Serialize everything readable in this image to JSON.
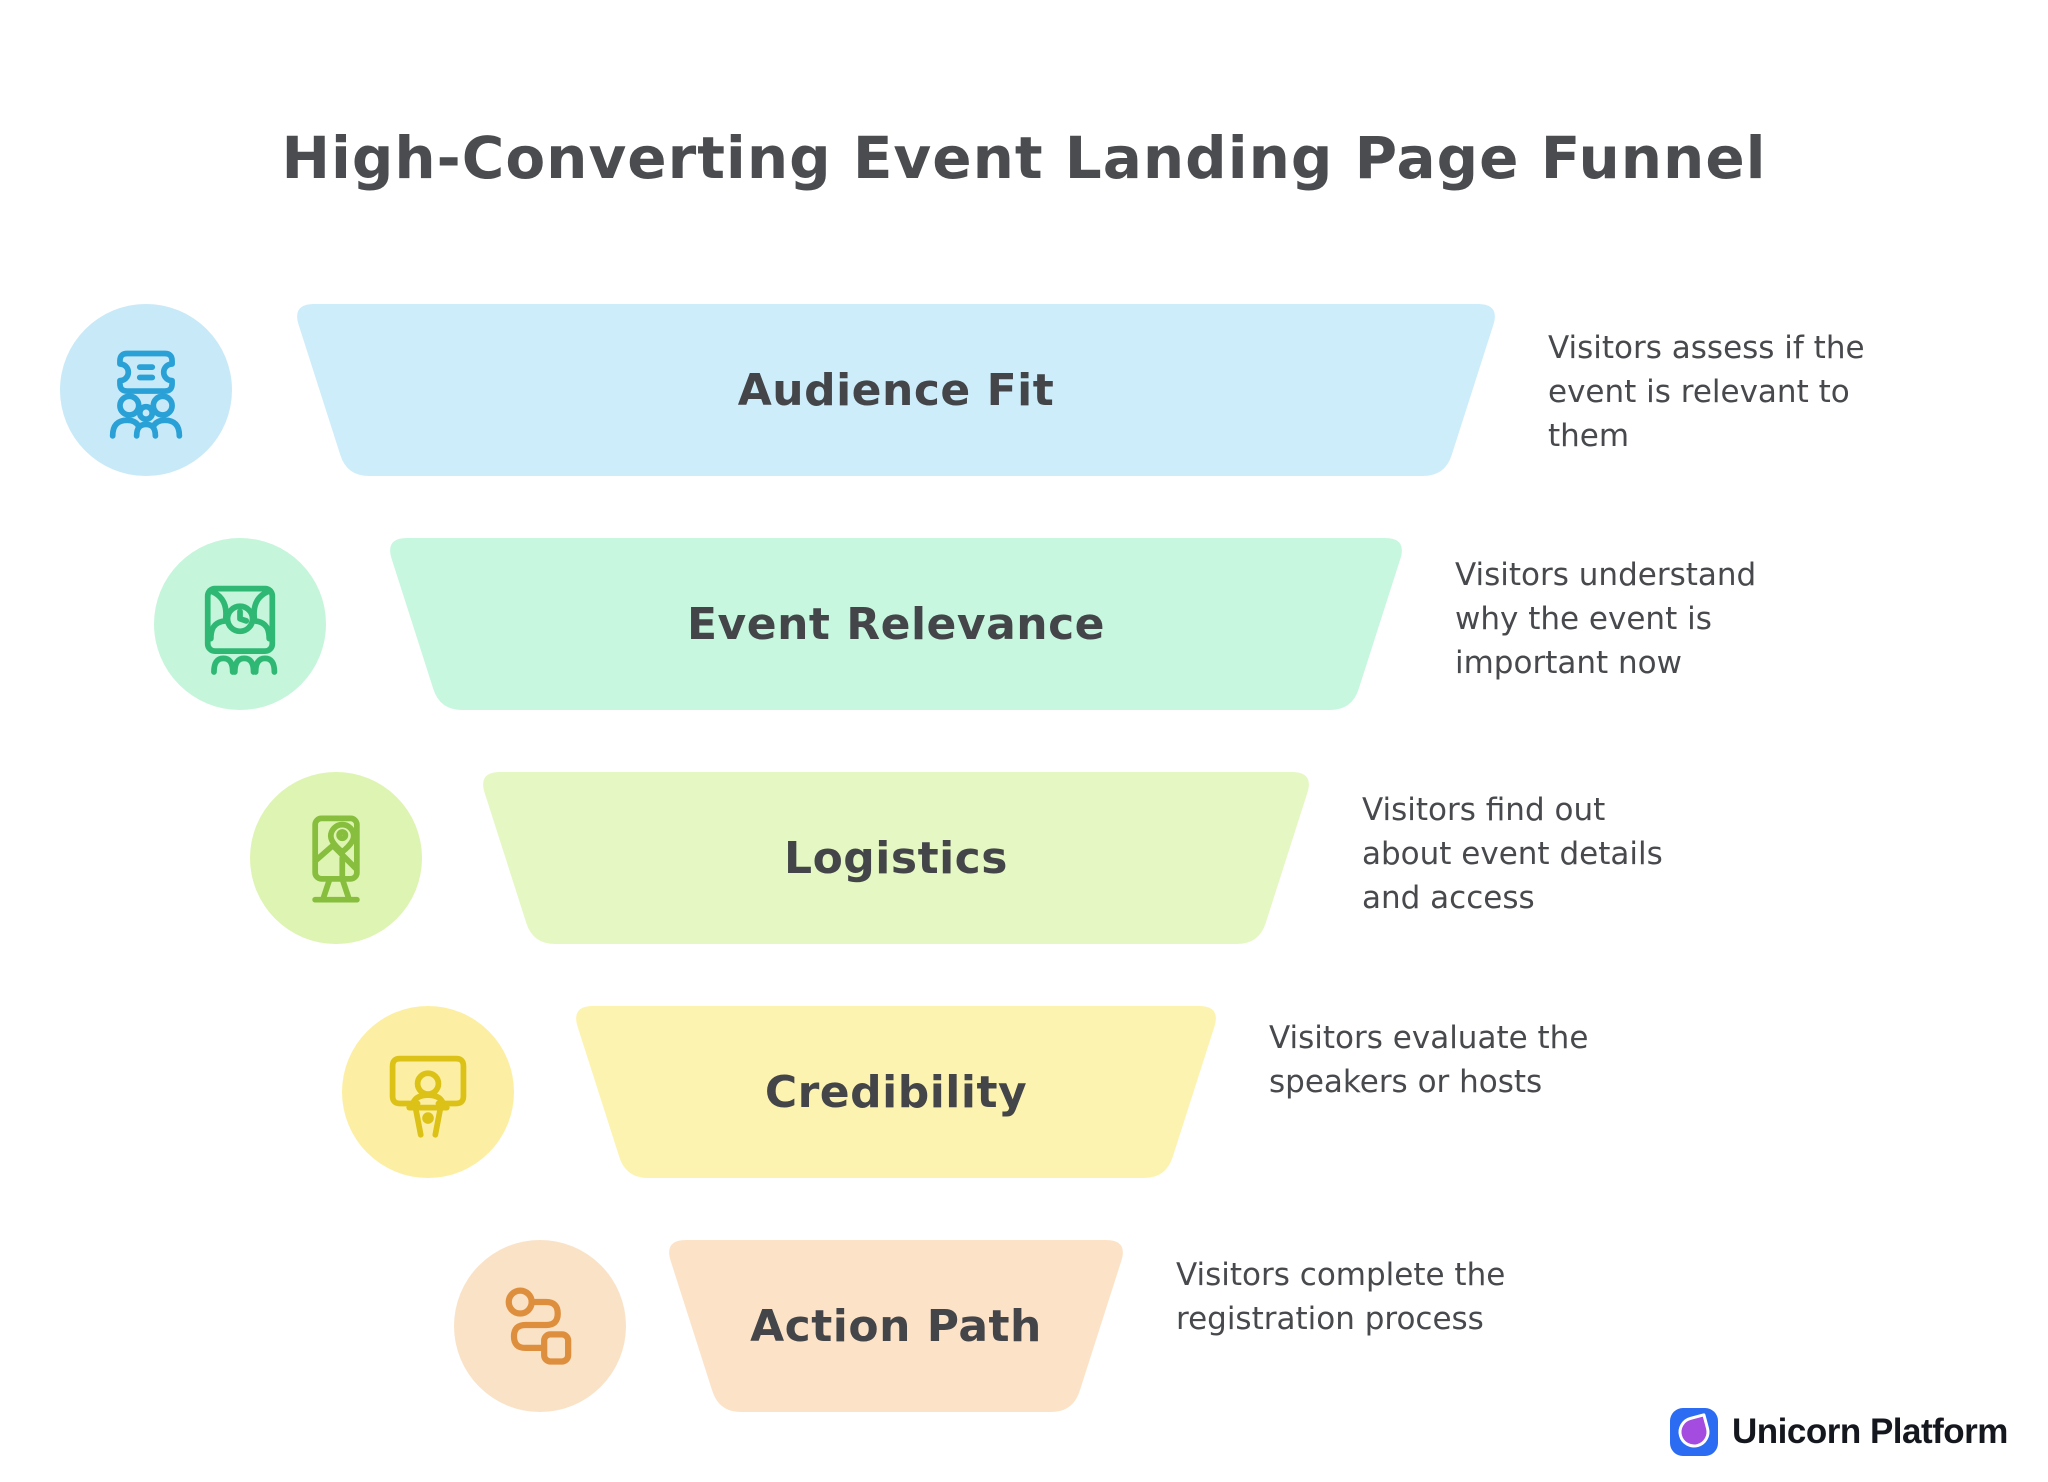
{
  "title": "High-Converting Event Landing Page Funnel",
  "text_colors": {
    "heading": "#4a4c50",
    "label": "#434549",
    "body": "#47494d"
  },
  "stages": [
    {
      "label": "Audience Fit",
      "description": "Visitors assess if the\nevent is relevant to\nthem",
      "icon": "audience-tickets-icon",
      "colors": {
        "shape": "#cdedfa",
        "circle": "#c8e9f7",
        "icon": "#29a0d6"
      }
    },
    {
      "label": "Event Relevance",
      "description": "Visitors understand\nwhy the event is\nimportant now",
      "icon": "theater-stage-icon",
      "colors": {
        "shape": "#c8f7df",
        "circle": "#c5f5da",
        "icon": "#2fb874"
      }
    },
    {
      "label": "Logistics",
      "description": "Visitors find out\nabout event details\nand access",
      "icon": "signboard-map-icon",
      "colors": {
        "shape": "#e5f7c2",
        "circle": "#def4b2",
        "icon": "#87be3e"
      }
    },
    {
      "label": "Credibility",
      "description": "Visitors evaluate the\nspeakers or hosts",
      "icon": "presentation-speaker-icon",
      "colors": {
        "shape": "#fdf3b0",
        "circle": "#fcefa3",
        "icon": "#dcc117"
      }
    },
    {
      "label": "Action Path",
      "description": "Visitors complete the\nregistration process",
      "icon": "route-icon",
      "colors": {
        "shape": "#fce3c8",
        "circle": "#fae2c7",
        "icon": "#de8f3e"
      }
    }
  ],
  "logo": {
    "name": "Unicorn Platform",
    "tile_color": "#2b6cf3",
    "petal_color": "#a44be0"
  }
}
